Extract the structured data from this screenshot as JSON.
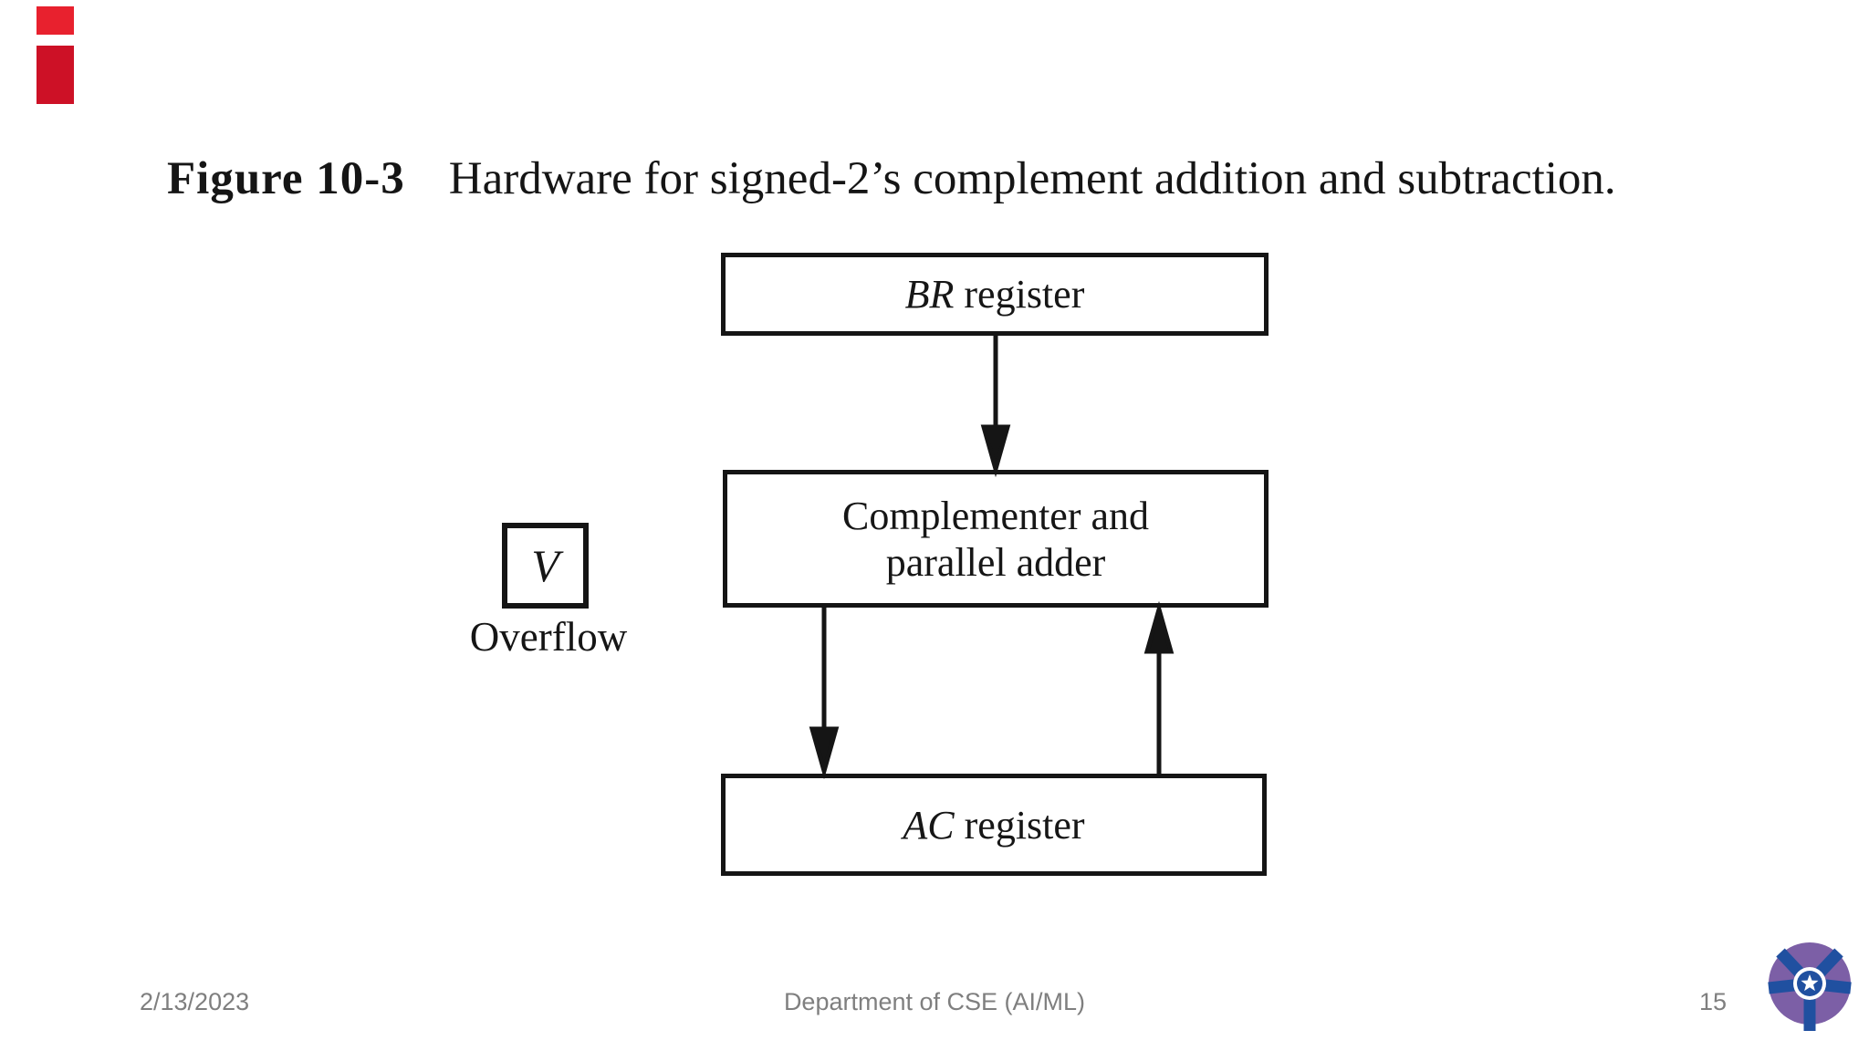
{
  "slide": {
    "title": {
      "figure_label": "Figure 10-3",
      "text": "Hardware for signed-2’s complement addition and subtraction."
    },
    "diagram": {
      "br_register_box": {
        "name_italic": "BR",
        "name_rest": " register"
      },
      "adder_box": {
        "line1": "Complementer and",
        "line2": "parallel adder"
      },
      "overflow_flag_box": {
        "label": "V"
      },
      "overflow_caption": "Overflow",
      "ac_register_box": {
        "name_italic": "AC",
        "name_rest": " register"
      }
    },
    "footer": {
      "date": "2/13/2023",
      "department": "Department of CSE (AI/ML)",
      "page_number": "15"
    },
    "colors": {
      "diagram_ink": "#151515",
      "footer_text": "#7f7f7f",
      "logo_purple": "#7c5fa6",
      "logo_blue": "#2050a0",
      "corner_mark_red_1": "#e8212e",
      "corner_mark_red_2": "#cd1126"
    }
  }
}
